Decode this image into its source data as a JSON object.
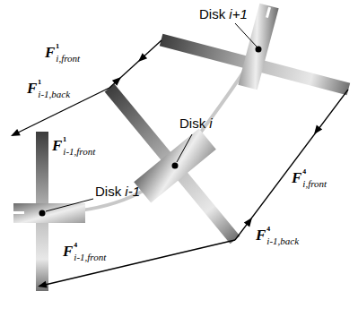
{
  "diagram": {
    "labels": [
      "Disk i+1",
      "Disk i",
      "Disk i-1",
      "F¹i,front",
      "F¹i-1,back",
      "F¹i-1,front",
      "F⁴i,front",
      "F⁴i-1,back",
      "F⁴i-1,front"
    ]
  }
}
